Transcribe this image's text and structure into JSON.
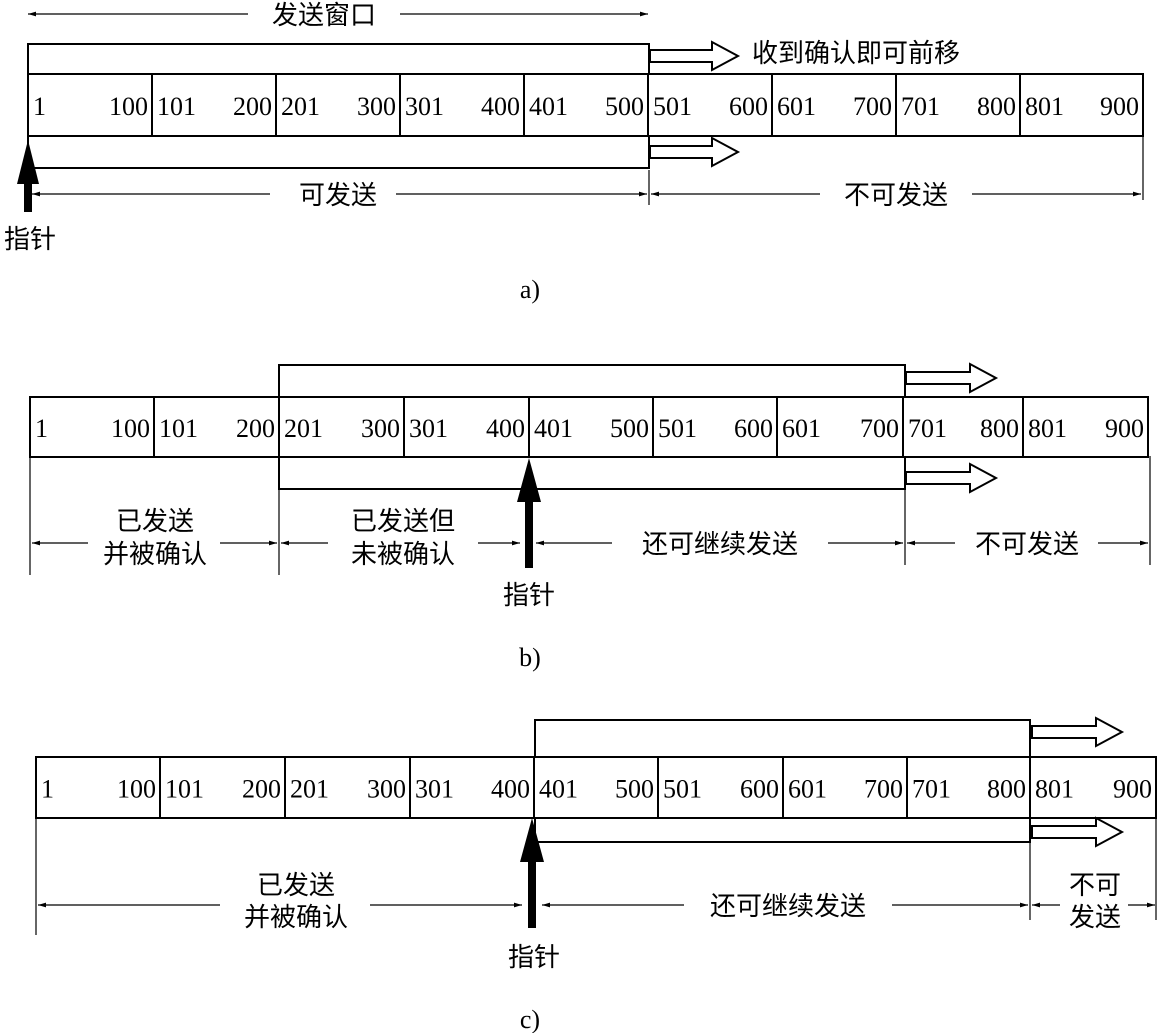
{
  "segments": [
    "1 100",
    "101 200",
    "201 300",
    "301 400",
    "401 500",
    "501 600",
    "601 700",
    "701 800",
    "801 900"
  ],
  "pointer_label": "指针",
  "panel_a": {
    "caption": "a)",
    "window_label": "发送窗口",
    "move_label": "收到确认即可前移",
    "sendable_label": "可发送",
    "not_sendable_label": "不可发送"
  },
  "panel_b": {
    "caption": "b)",
    "sent_acked_line1": "已发送",
    "sent_acked_line2": "并被确认",
    "sent_unacked_line1": "已发送但",
    "sent_unacked_line2": "未被确认",
    "can_continue_label": "还可继续发送",
    "not_sendable_label": "不可发送"
  },
  "panel_c": {
    "caption": "c)",
    "sent_acked_line1": "已发送",
    "sent_acked_line2": "并被确认",
    "can_continue_label": "还可继续发送",
    "not_sendable_line1": "不可",
    "not_sendable_line2": "发送"
  }
}
